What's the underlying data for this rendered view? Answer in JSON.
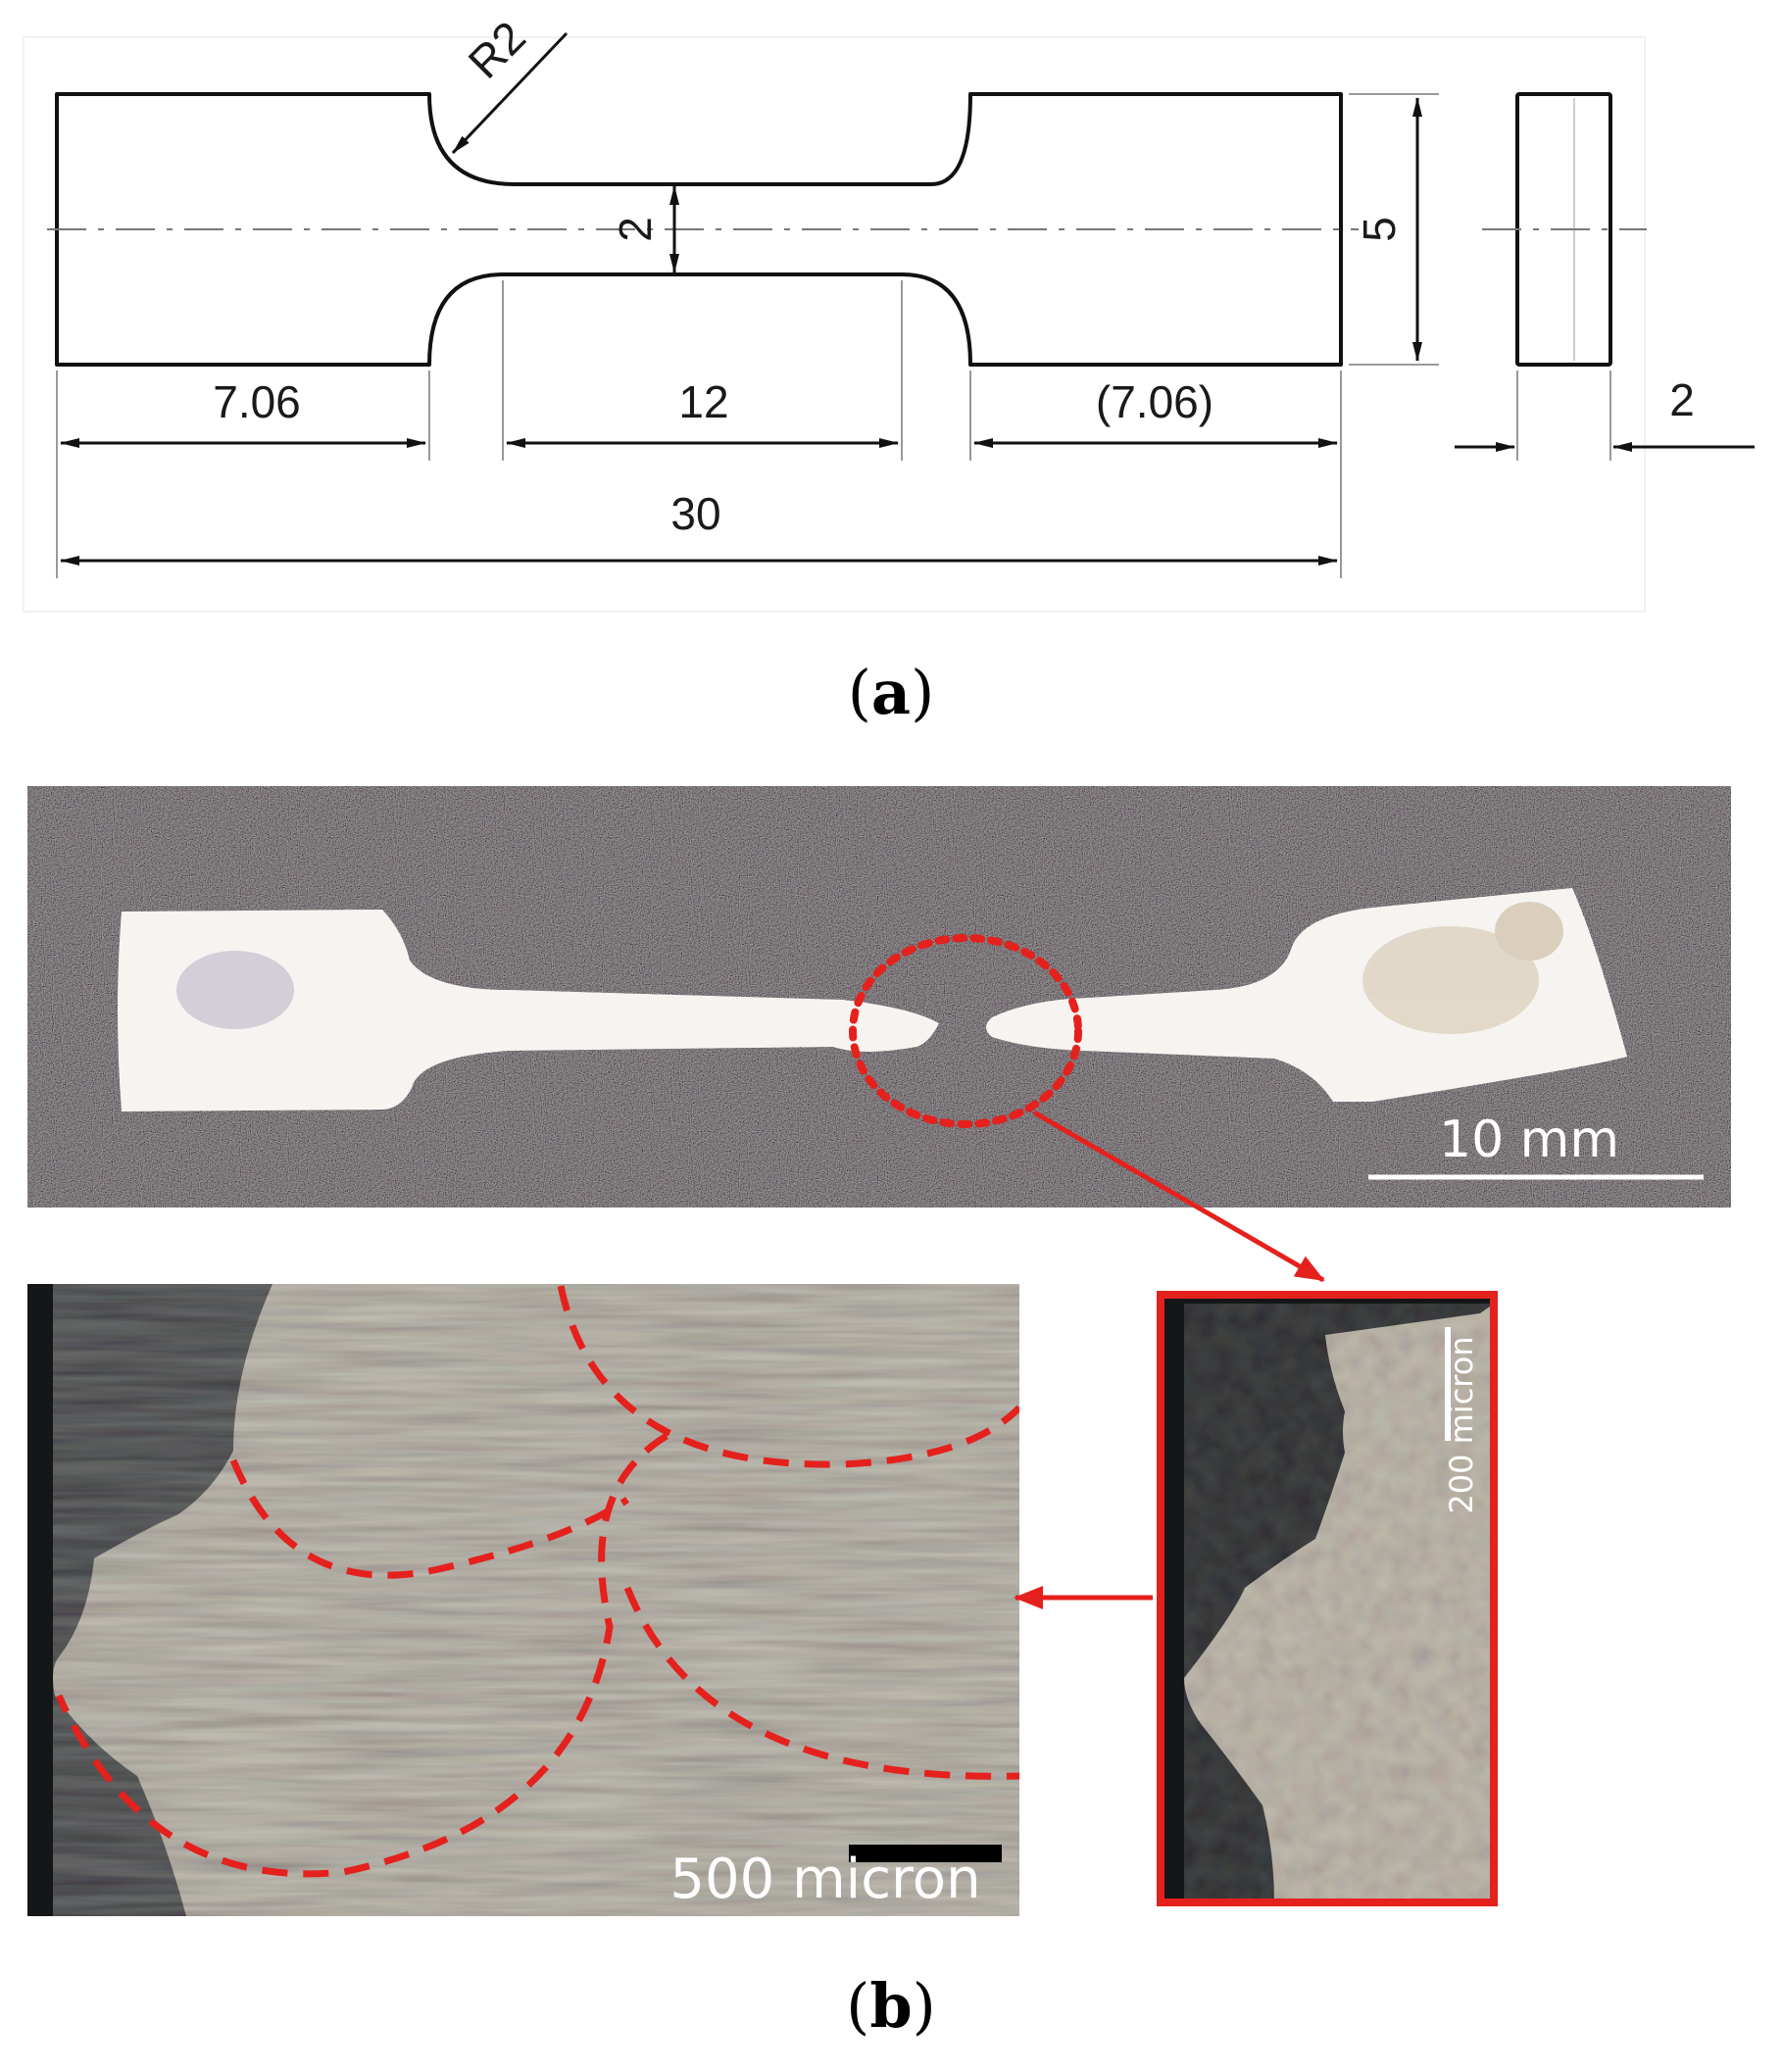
{
  "panel_a": {
    "radius_label": "R2",
    "neck_width_label": "2",
    "overall_height_label": "5",
    "left_grip_length_label": "7.06",
    "gauge_length_label": "12",
    "right_grip_length_label": "(7.06)",
    "total_length_label": "30",
    "thickness_label": "2",
    "caption": {
      "open": "(",
      "letter": "a",
      "close": ")"
    }
  },
  "panel_b": {
    "specimen_scale_label": "10 mm",
    "fracture_scale_label": "200 micron",
    "microstructure_scale_label": "500 micron",
    "caption": {
      "open": "(",
      "letter": "b",
      "close": ")"
    }
  },
  "colors": {
    "line": "#111111",
    "centerline": "#777777",
    "highlight_red": "#e5211d",
    "background_dark": "#3b3838",
    "specimen_white": "#f6f4f1",
    "fracture_surface": "#b3ab9c"
  }
}
